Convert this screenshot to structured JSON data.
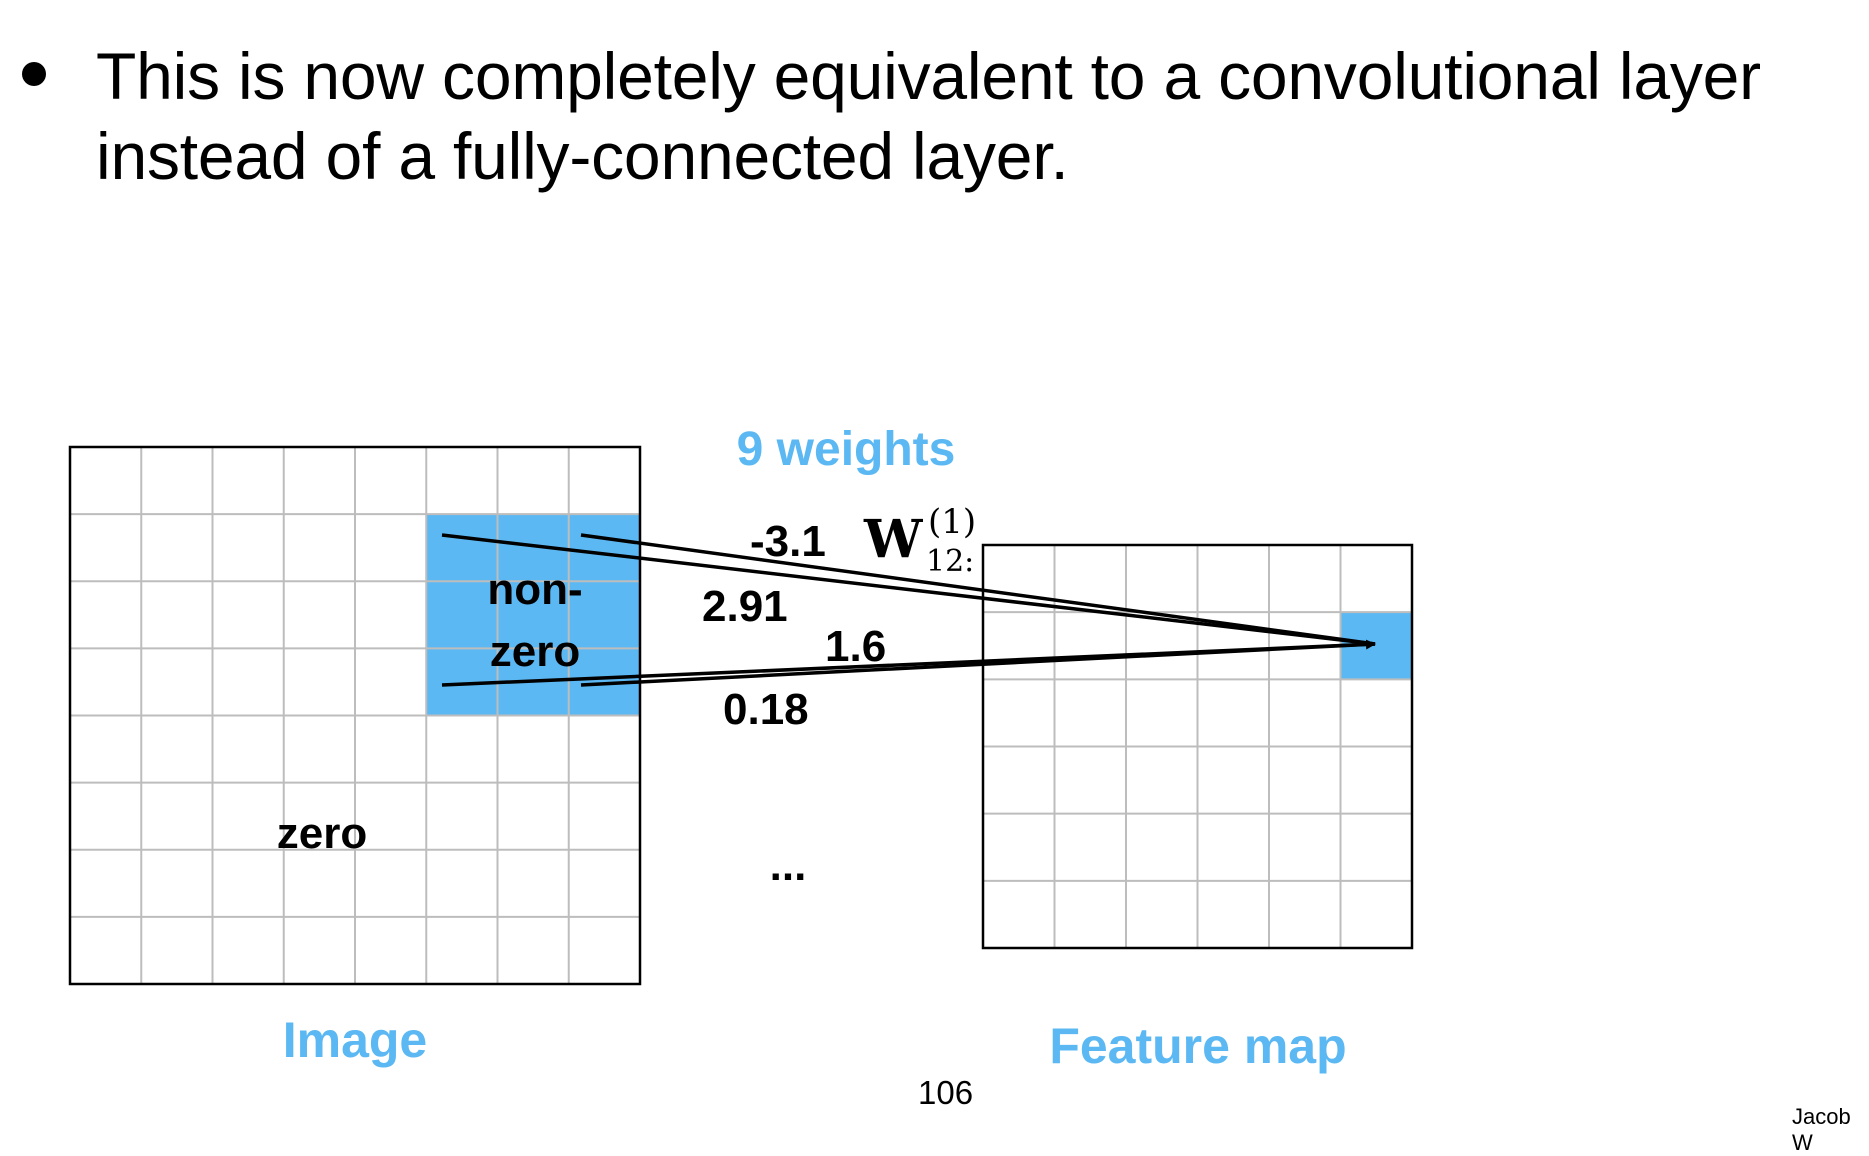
{
  "slide": {
    "bullet_text": "This is now completely equivalent to a convolutional layer instead of a fully-connected layer.",
    "page_number": "106",
    "author_fragment": "Jacob W"
  },
  "diagram": {
    "weights_heading": "9 weights",
    "weight_labels": [
      "-3.1",
      "2.91",
      "1.6",
      "0.18"
    ],
    "ellipsis": "...",
    "weight_symbol": {
      "base": "W",
      "superscript": "(1)",
      "subscript": "12:"
    },
    "image_region_labels": {
      "nonzero_line1": "non-",
      "nonzero_line2": "zero",
      "zero": "zero"
    },
    "image_caption": "Image",
    "feature_map_caption": "Feature map",
    "image_grid": {
      "cols": 8,
      "rows": 8,
      "highlight_cols": [
        5,
        6,
        7
      ],
      "highlight_rows": [
        1,
        2,
        3
      ]
    },
    "feature_grid": {
      "cols": 6,
      "rows": 6,
      "highlight_cols": [
        5
      ],
      "highlight_rows": [
        1
      ]
    },
    "colors": {
      "accent": "#5bb8f3",
      "grid_line": "#bdbdbd",
      "border": "#000000"
    }
  }
}
